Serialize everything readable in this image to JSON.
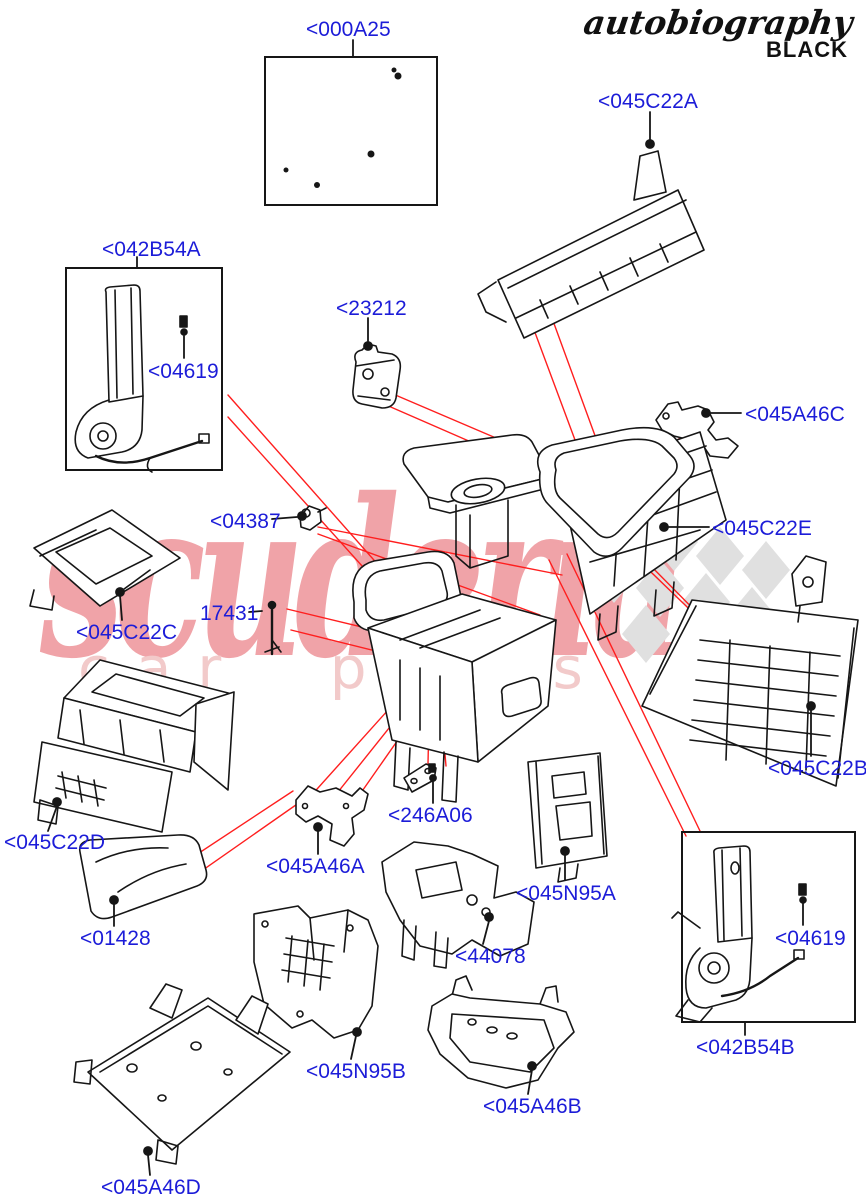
{
  "branding": {
    "script_word": "autobiography",
    "edition": "BLACK"
  },
  "watermark": {
    "primary": "scuderia",
    "secondary": "car parts"
  },
  "colors": {
    "label_blue": "#1c1cd8",
    "callout_red": "#ff1e1e",
    "line_black": "#161616",
    "watermark_pink": "#f0a3a8",
    "watermark_light_pink": "#f2caca",
    "checker_gray": "#e0e0e0"
  },
  "labels": [
    {
      "id": "000A25",
      "text": "<000A25"
    },
    {
      "id": "045C22A",
      "text": "<045C22A"
    },
    {
      "id": "042B54A",
      "text": "<042B54A"
    },
    {
      "id": "04619-left",
      "text": "<04619"
    },
    {
      "id": "23212",
      "text": "<23212"
    },
    {
      "id": "045A46C",
      "text": "<045A46C"
    },
    {
      "id": "04387",
      "text": "<04387"
    },
    {
      "id": "045C22E",
      "text": "<045C22E"
    },
    {
      "id": "045C22C",
      "text": "<045C22C"
    },
    {
      "id": "17431",
      "text": "17431"
    },
    {
      "id": "045C22B",
      "text": "<045C22B"
    },
    {
      "id": "045C22D",
      "text": "<045C22D"
    },
    {
      "id": "246A06",
      "text": "<246A06"
    },
    {
      "id": "045A46A",
      "text": "<045A46A"
    },
    {
      "id": "045N95A",
      "text": "<045N95A"
    },
    {
      "id": "01428",
      "text": "<01428"
    },
    {
      "id": "44078",
      "text": "<44078"
    },
    {
      "id": "045N95B",
      "text": "<045N95B"
    },
    {
      "id": "04619-right",
      "text": "<04619"
    },
    {
      "id": "042B54B",
      "text": "<042B54B"
    },
    {
      "id": "045A46B",
      "text": "<045A46B"
    },
    {
      "id": "045A46D",
      "text": "<045A46D"
    }
  ]
}
